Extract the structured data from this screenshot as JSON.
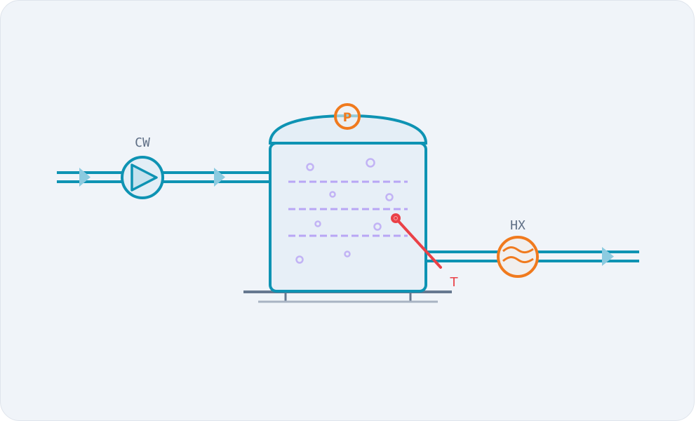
{
  "diagram": {
    "type": "process-flow",
    "labels": {
      "pump": "CW",
      "heat_exchanger": "HX",
      "pressure_gauge": "P",
      "temperature_sensor": "T"
    },
    "colors": {
      "pipe": "#0e93b3",
      "flow_arrow": "#8ccbe0",
      "vessel_fill": "#e6eff7",
      "instrument_orange": "#f07a1e",
      "sensor_red": "#ea4147",
      "bubbles": "#c2b3f5",
      "liquid_levels": "#b8a6f5",
      "support": "#667890",
      "background": "#f0f4f9"
    },
    "components": [
      {
        "id": "inlet-pipe",
        "kind": "pipe"
      },
      {
        "id": "pump",
        "kind": "centrifugal-pump",
        "label": "CW"
      },
      {
        "id": "vessel",
        "kind": "tank-with-dome"
      },
      {
        "id": "pressure-gauge",
        "kind": "instrument",
        "label": "P"
      },
      {
        "id": "temp-sensor",
        "kind": "instrument",
        "label": "T"
      },
      {
        "id": "heat-exchanger",
        "kind": "heat-exchanger",
        "label": "HX"
      },
      {
        "id": "outlet-pipe",
        "kind": "pipe"
      }
    ]
  }
}
